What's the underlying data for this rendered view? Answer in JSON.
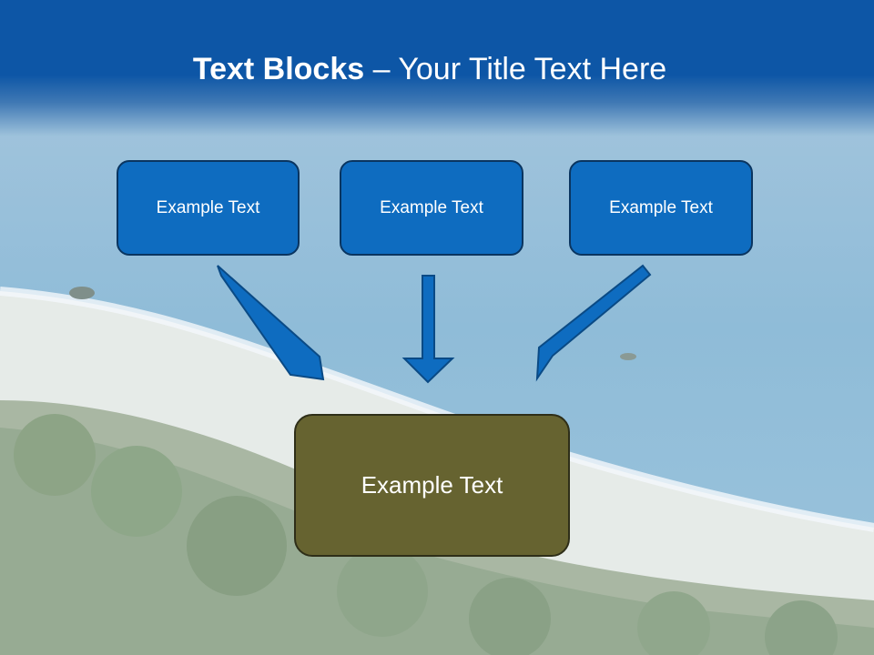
{
  "title": {
    "bold_part": "Text Blocks",
    "separator": " – ",
    "regular_part": "Your Title Text Here"
  },
  "boxes": {
    "top_left": "Example Text",
    "top_center": "Example Text",
    "top_right": "Example Text",
    "bottom": "Example Text"
  },
  "colors": {
    "header": "#0d56a6",
    "box_blue": "#0e6cc0",
    "box_olive": "#666330",
    "arrow": "#0e6cc0"
  }
}
